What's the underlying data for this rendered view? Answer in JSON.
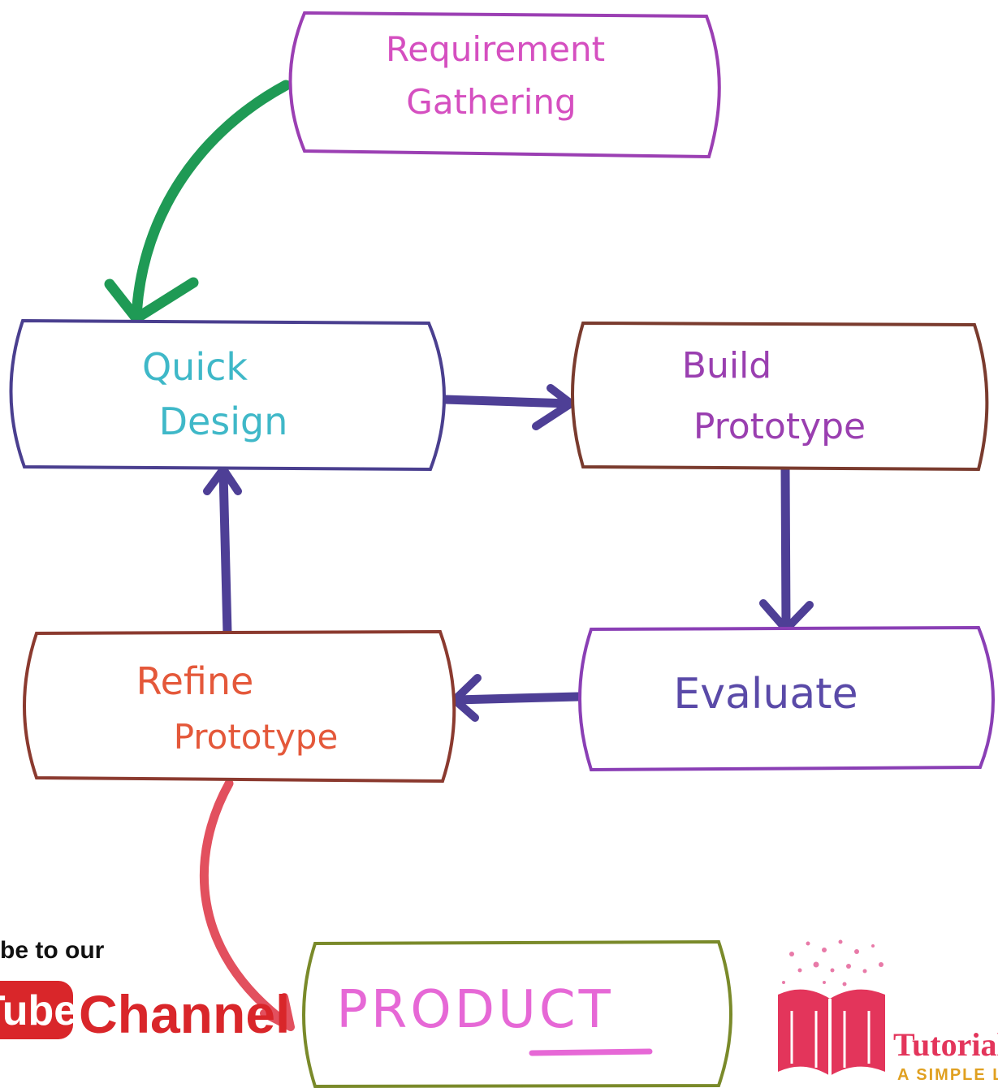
{
  "diagram": {
    "nodes": [
      {
        "id": "requirement",
        "lines": [
          "Requirement",
          "Gathering"
        ],
        "border": "#9b3fb3",
        "text_color": "#d54fc0"
      },
      {
        "id": "quick_design",
        "lines": [
          "Quick",
          "Design"
        ],
        "border": "#4a3f8f",
        "text_color": "#3fb8c8"
      },
      {
        "id": "build_prototype",
        "lines": [
          "Build",
          "Prototype"
        ],
        "border": "#7a3b2e",
        "text_color": "#9a3fb0"
      },
      {
        "id": "evaluate",
        "lines": [
          "Evaluate"
        ],
        "border": "#8a3fb5",
        "text_color": "#5a4aa8"
      },
      {
        "id": "refine_prototype",
        "lines": [
          "Refine",
          "Prototype"
        ],
        "border": "#8b3a2f",
        "text_color": "#e4583a"
      },
      {
        "id": "product",
        "lines": [
          "PRODUCT"
        ],
        "border": "#7a8a2a",
        "text_color": "#e668d6"
      }
    ],
    "arrows": [
      {
        "from": "requirement",
        "to": "quick_design",
        "color": "#1f9a55"
      },
      {
        "from": "quick_design",
        "to": "build_prototype",
        "color": "#4e3f96"
      },
      {
        "from": "build_prototype",
        "to": "evaluate",
        "color": "#4e3f96"
      },
      {
        "from": "evaluate",
        "to": "refine_prototype",
        "color": "#4e3f96"
      },
      {
        "from": "refine_prototype",
        "to": "quick_design",
        "color": "#4e3f96"
      },
      {
        "from": "refine_prototype",
        "to": "product",
        "color": "#e2505e"
      }
    ]
  },
  "youtube_badge": {
    "subscribe_text": "be to our",
    "tube_text": "Tube",
    "channel_text": "Channel",
    "tube_bg": "#d9262a",
    "channel_color": "#d9262a"
  },
  "logo": {
    "name_text": "TutorialsS",
    "tagline_text": "A SIMPLE LE",
    "book_color": "#e3355b",
    "name_color": "#e3355b"
  }
}
